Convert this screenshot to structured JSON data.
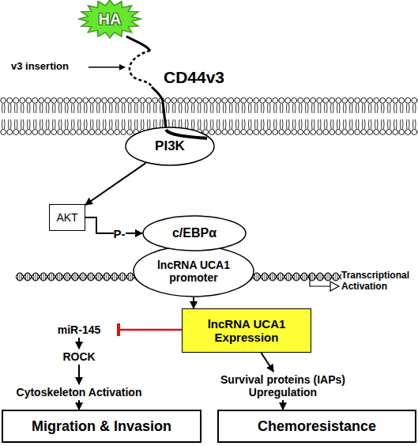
{
  "diagram": {
    "nodes": [
      {
        "text": [
          "HA"
        ]
      },
      {
        "text": [
          "PI3K"
        ]
      },
      {
        "text": [
          "AKT"
        ]
      },
      {
        "text": [
          "c/EBPα"
        ]
      },
      {
        "text": [
          "lncRNA UCA1 promoter"
        ]
      },
      {
        "text": [
          "lncRNA UCA1 Expression"
        ]
      },
      {
        "text": [
          "miR-145"
        ]
      },
      {
        "text": [
          "ROCK"
        ]
      },
      {
        "text": [
          "Cytoskeleton Activation"
        ]
      },
      {
        "text": [
          "Survival proteins (IAPs) Upregulation"
        ]
      },
      {
        "text": [
          "Migration & Invasion"
        ]
      },
      {
        "text": [
          "Chemoresistance"
        ]
      }
    ],
    "edges": [
      {
        "from": 1,
        "to": 2,
        "arrow": "to"
      },
      {
        "from": 2,
        "to": 3,
        "label": "P-",
        "arrow": "to"
      },
      {
        "from": 4,
        "to": 5,
        "arrow": "to"
      },
      {
        "from": 5,
        "to": 6,
        "arrow": "to"
      },
      {
        "from": 6,
        "to": 7,
        "arrow": "to"
      },
      {
        "from": 7,
        "to": 8,
        "arrow": "to"
      },
      {
        "from": 8,
        "to": 10,
        "arrow": "to"
      },
      {
        "from": 5,
        "to": 9,
        "arrow": "to"
      },
      {
        "from": 9,
        "to": 11,
        "arrow": "to"
      }
    ],
    "labels": [
      "v3 insertion",
      "CD44v3",
      "Transcriptional Activation"
    ]
  }
}
